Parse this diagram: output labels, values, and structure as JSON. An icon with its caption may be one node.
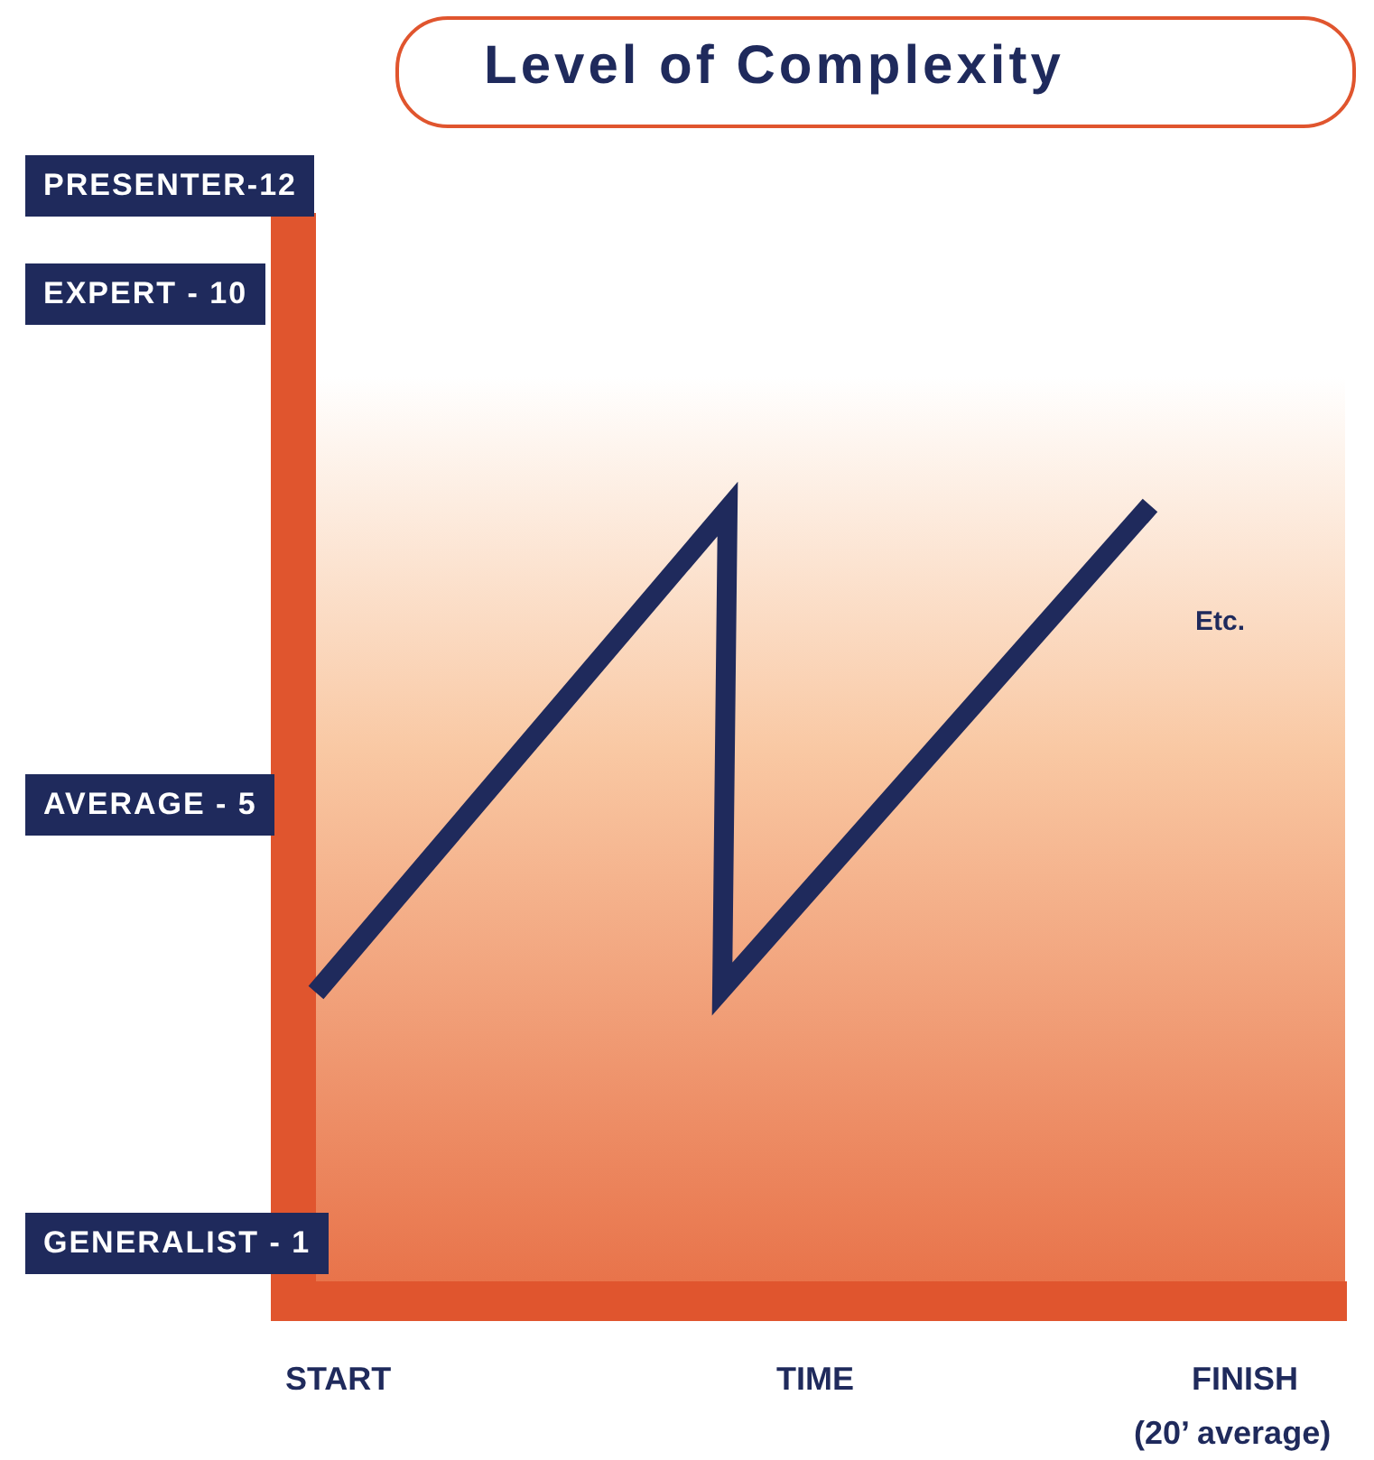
{
  "diagram": {
    "title": "Level of Complexity",
    "labels": [
      "PRESENTER-12",
      "EXPERT - 10",
      "AVERAGE - 5",
      "GENERALIST - 1",
      "Etc.",
      "START",
      "TIME",
      "FINISH",
      "(20’ average)"
    ]
  }
}
